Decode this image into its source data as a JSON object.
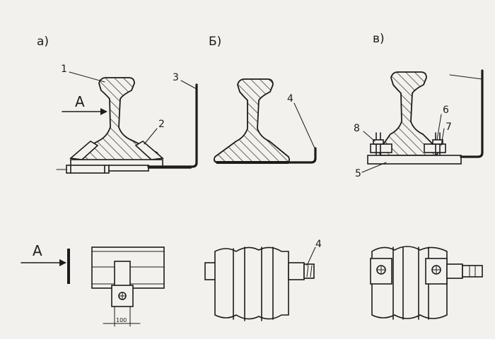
{
  "labels": {
    "panel_a": "а)",
    "panel_b": "Б)",
    "panel_c": "в)",
    "view_arrow_top": "А",
    "view_arrow_bottom": "А",
    "n1": "1",
    "n2": "2",
    "n3": "3",
    "n4_top": "4",
    "n4_bottom": "4",
    "n5": "5",
    "n6": "6",
    "n7": "7",
    "n8": "8",
    "dim": "100"
  }
}
